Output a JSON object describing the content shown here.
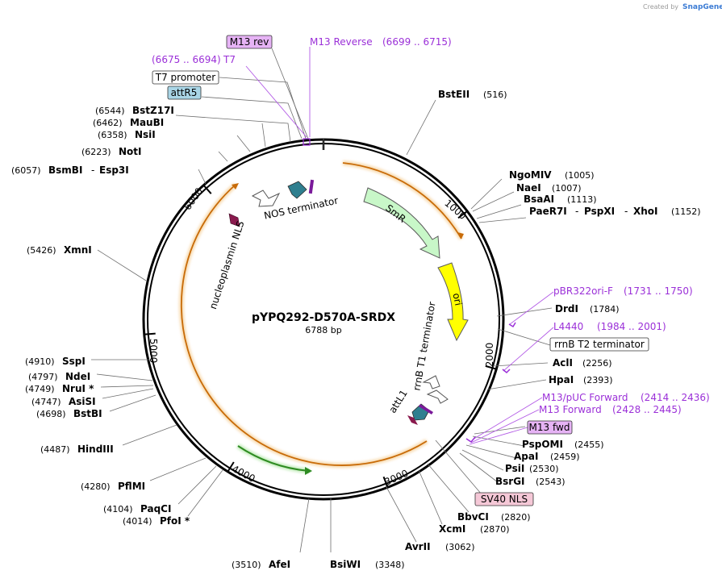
{
  "credit": {
    "prefix": "Created by",
    "brand": "SnapGene"
  },
  "plasmid": {
    "name": "pYPQ292-D570A-SRDX",
    "size": "6788 bp"
  },
  "ticks": [
    "1000",
    "2000",
    "3000",
    "4000",
    "5000",
    "6000"
  ],
  "features": {
    "smr": "SmR",
    "ori": "ori",
    "nos": "NOS terminator",
    "nls": "nucleoplasmin NLS",
    "rrnb_t1": "rrnB T1 terminator",
    "attl1": "attL1"
  },
  "boxed_labels": {
    "m13rev": "M13 rev",
    "t7prom": "T7 promoter",
    "attr5": "attR5",
    "rrnbt2": "rrnB T2 terminator",
    "m13fwd": "M13 fwd",
    "sv40": "SV40 NLS"
  },
  "site_labels": [
    {
      "name": "BstEII",
      "pos": "(516)"
    },
    {
      "name": "NgoMIV",
      "pos": "(1005)"
    },
    {
      "name": "NaeI",
      "pos": "(1007)"
    },
    {
      "name": "BsaAI",
      "pos": "(1113)"
    },
    {
      "name": "PaeR7I",
      "sep1": "-",
      "name2": "PspXI",
      "sep2": "-",
      "name3": "XhoI",
      "pos": "(1152)"
    },
    {
      "name": "DrdI",
      "pos": "(1784)"
    },
    {
      "name": "AclI",
      "pos": "(2256)"
    },
    {
      "name": "HpaI",
      "pos": "(2393)"
    },
    {
      "name": "PspOMI",
      "pos": "(2455)"
    },
    {
      "name": "ApaI",
      "pos": "(2459)"
    },
    {
      "name": "PsiI",
      "pos": "(2530)"
    },
    {
      "name": "BsrGI",
      "pos": "(2543)"
    },
    {
      "name": "BbvCI",
      "pos": "(2820)"
    },
    {
      "name": "XcmI",
      "pos": "(2870)"
    },
    {
      "name": "AvrII",
      "pos": "(3062)"
    },
    {
      "name": "BsiWI",
      "pos": "(3348)"
    },
    {
      "name": "AfeI",
      "pos": "(3510)"
    },
    {
      "name": "PfoI *",
      "pos": "(4014)"
    },
    {
      "name": "PaqCI",
      "pos": "(4104)"
    },
    {
      "name": "PflMI",
      "pos": "(4280)"
    },
    {
      "name": "HindIII",
      "pos": "(4487)"
    },
    {
      "name": "BstBI",
      "pos": "(4698)"
    },
    {
      "name": "AsiSI",
      "pos": "(4747)"
    },
    {
      "name": "NruI *",
      "pos": "(4749)"
    },
    {
      "name": "NdeI",
      "pos": "(4797)"
    },
    {
      "name": "SspI",
      "pos": "(4910)"
    },
    {
      "name": "XmnI",
      "pos": "(5426)"
    },
    {
      "name": "BsmBI",
      "sep1": "-",
      "name2": "Esp3I",
      "pos": "(6057)"
    },
    {
      "name": "NotI",
      "pos": "(6223)"
    },
    {
      "name": "NsiI",
      "pos": "(6358)"
    },
    {
      "name": "MauBI",
      "pos": "(6462)"
    },
    {
      "name": "BstZ17I",
      "pos": "(6544)"
    }
  ],
  "primers": {
    "m13reverse": {
      "name": "M13 Reverse",
      "range": "(6699 .. 6715)"
    },
    "t7": {
      "name": "T7",
      "range": "(6675 .. 6694)"
    },
    "pbr322": {
      "name": "pBR322ori-F",
      "range": "(1731 .. 1750)"
    },
    "l4440": {
      "name": "L4440",
      "range": "(1984 .. 2001)"
    },
    "m13puc": {
      "name": "M13/pUC Forward",
      "range": "(2414 .. 2436)"
    },
    "m13forward": {
      "name": "M13 Forward",
      "range": "(2428 .. 2445)"
    }
  },
  "colors": {
    "ring": "#000000",
    "orange_track": "#e08a18",
    "smr_fill": "#c8f7c8",
    "ori_fill": "#ffff00",
    "teal": "#2f7f8f",
    "magenta": "#8a1a4e",
    "primer": "#9b30d8",
    "green_feature": "#2e8b22",
    "m13_box": "#e6b3f5",
    "attr5_box": "#a9d5e6",
    "sv40_box": "#f5c8d7"
  }
}
